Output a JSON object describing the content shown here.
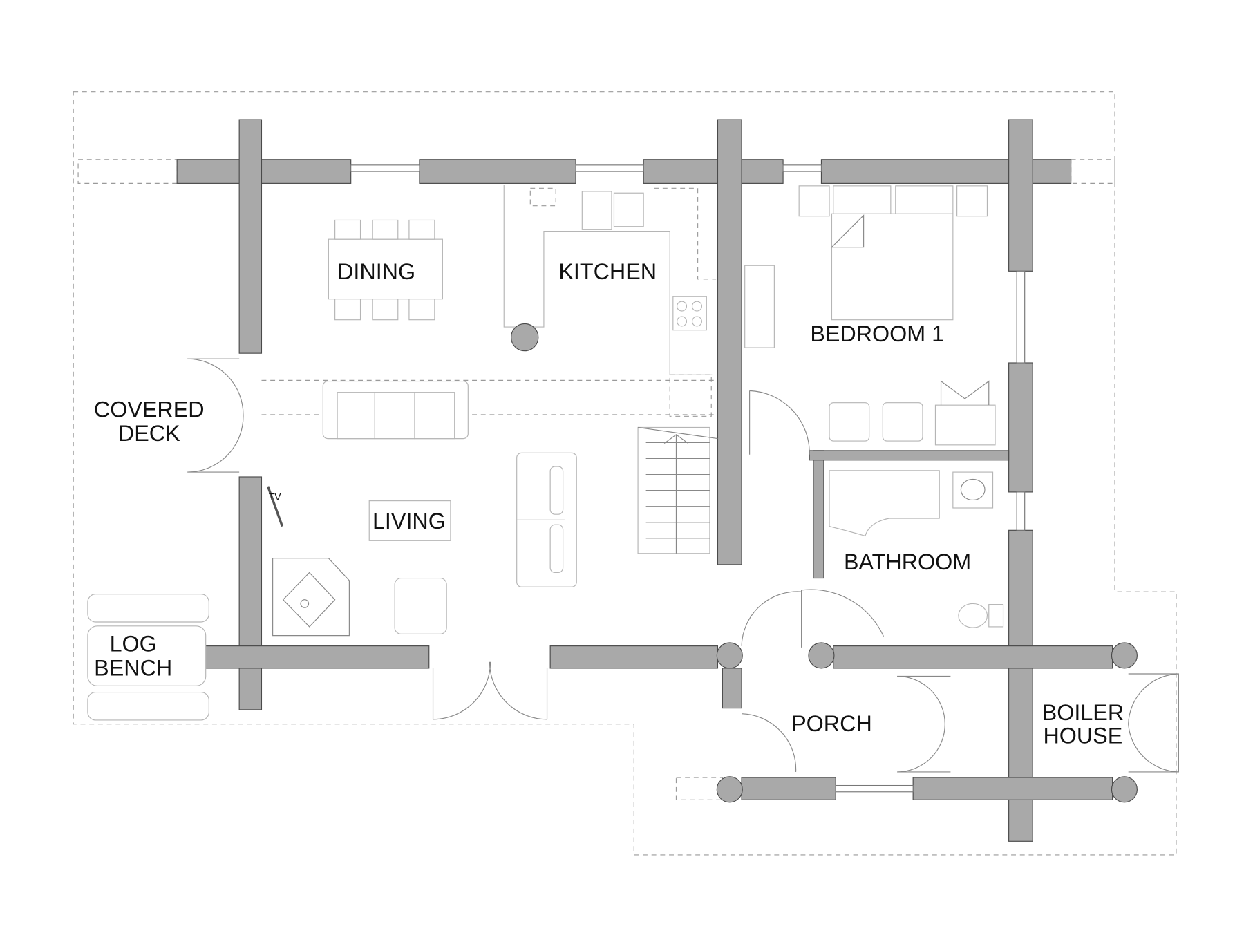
{
  "rooms": {
    "dining": "DINING",
    "kitchen": "KITCHEN",
    "bedroom1": "BEDROOM 1",
    "covered_deck_1": "COVERED",
    "covered_deck_2": "DECK",
    "living": "LIVING",
    "bathroom": "BATHROOM",
    "log_bench_1": "LOG",
    "log_bench_2": "BENCH",
    "porch": "PORCH",
    "boiler_house_1": "BOILER",
    "boiler_house_2": "HOUSE"
  },
  "annotations": {
    "tv": "TV"
  },
  "colors": {
    "wall": "#a9a9a9",
    "outline": "#4a4a4a",
    "furniture": "#b5b5b5"
  }
}
